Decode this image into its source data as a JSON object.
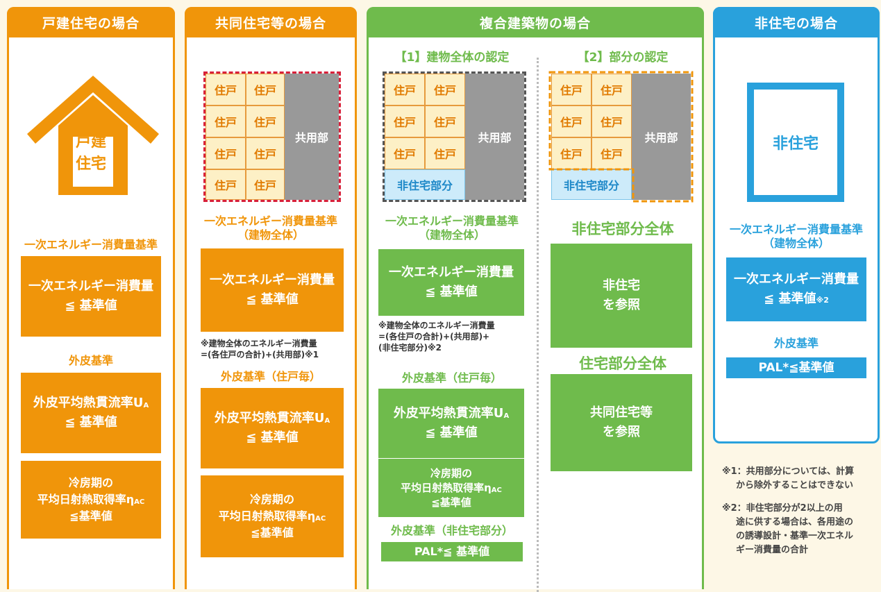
{
  "col1": {
    "header": "戸建住宅の場合",
    "house": [
      "戸建",
      "住宅"
    ],
    "energy_title": "一次エネルギー消費量基準",
    "energy_box": [
      "一次エネルギー消費量",
      "≦ 基準値"
    ],
    "skin_title": "外皮基準",
    "ua_box": [
      "外皮平均熱貫流率U",
      "A",
      "≦ 基準値"
    ],
    "eta_box": [
      "冷房期の",
      "平均日射熱取得率η",
      "AC",
      "≦基準値"
    ]
  },
  "col2": {
    "header": "共同住宅等の場合",
    "unit": "住戸",
    "common": "共用部",
    "energy_title": [
      "一次エネルギー消費量基準",
      "（建物全体）"
    ],
    "energy_box": [
      "一次エネルギー消費量",
      "≦ 基準値"
    ],
    "note": [
      "※建物全体のエネルギー消費量",
      "=(各住戸の合計)+(共用部)※1"
    ],
    "skin_title": "外皮基準（住戸毎）",
    "ua_box": [
      "外皮平均熱貫流率U",
      "A",
      "≦ 基準値"
    ],
    "eta_box": [
      "冷房期の",
      "平均日射熱取得率η",
      "AC",
      "≦基準値"
    ]
  },
  "col3": {
    "header": "複合建築物の場合",
    "sub1": "【1】建物全体の認定",
    "sub2": "【2】部分の認定",
    "unit": "住戸",
    "common": "共用部",
    "nonres": "非住宅部分",
    "energy_title": [
      "一次エネルギー消費量基準",
      "（建物全体）"
    ],
    "energy_box": [
      "一次エネルギー消費量",
      "≦ 基準値"
    ],
    "note": [
      "※建物全体のエネルギー消費量",
      "=(各住戸の合計)+(共用部)+",
      "(非住宅部分)※2"
    ],
    "skin_title": "外皮基準（住戸毎）",
    "ua_box": [
      "外皮平均熱貫流率U",
      "A",
      "≦ 基準値"
    ],
    "eta_box": [
      "冷房期の",
      "平均日射熱取得率η",
      "AC",
      "≦基準値"
    ],
    "skin_title2": "外皮基準（非住宅部分）",
    "pal_box": "PAL*≦ 基準値",
    "part1_title": "非住宅部分全体",
    "part1_box": [
      "非住宅",
      "を参照"
    ],
    "part2_title": "住宅部分全体",
    "part2_box": [
      "共同住宅等",
      "を参照"
    ]
  },
  "col4": {
    "header": "非住宅の場合",
    "building": "非住宅",
    "energy_title": [
      "一次エネルギー消費量基準",
      "（建物全体）"
    ],
    "energy_box": [
      "一次エネルギー消費量",
      "≦ 基準値",
      "※2"
    ],
    "skin_title": "外皮基準",
    "pal_box": "PAL*≦基準値"
  },
  "footnotes": {
    "n1": [
      "※1：共用部分については、計算",
      "から除外することはできない"
    ],
    "n2": [
      "※2：非住宅部分が2以上の用",
      "途に供する場合は、各用途の",
      "の誘導設計・基準一次エネル",
      "ギー消費量の合計"
    ]
  },
  "colors": {
    "orange": "#f0950a",
    "green": "#6fbb4c",
    "blue": "#29a1dc",
    "common_gray": "#999999",
    "unit_fill": "#fdf0c6"
  }
}
